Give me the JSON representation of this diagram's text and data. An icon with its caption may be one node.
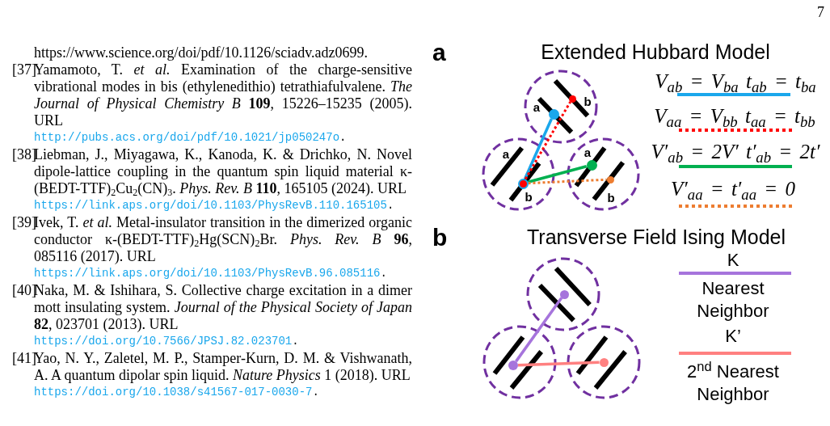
{
  "diagram": {
    "nodes": [
      {
        "text": [],
        "shape": "circle"
      },
      {
        "text": [],
        "shape": "circle",
        "in": 0
      },
      {
        "text": [],
        "shape": "circle",
        "in": 0
      },
      {
        "text": [],
        "shape": "circle"
      },
      {
        "text": [],
        "shape": "circle",
        "in": 3
      },
      {
        "text": [],
        "shape": "circle"
      },
      {
        "text": [],
        "shape": "circle",
        "in": 5
      },
      {
        "text": [],
        "shape": "circle",
        "in": 5
      },
      {
        "text": [],
        "shape": "circle"
      },
      {
        "text": [],
        "shape": "circle",
        "in": 8
      },
      {
        "text": [],
        "shape": "circle"
      },
      {
        "text": [],
        "shape": "circle",
        "in": 10
      },
      {
        "text": [],
        "shape": "circle"
      },
      {
        "text": [],
        "shape": "circle",
        "in": 12
      }
    ],
    "edges": [
      {
        "from": 4,
        "to": 1,
        "arrow": "none",
        "color": "#1aa7ec"
      },
      {
        "from": 4,
        "to": 2,
        "arrow": "none",
        "style": "dashed",
        "color": "#ff0000"
      },
      {
        "from": 4,
        "to": 6,
        "arrow": "none",
        "color": "#00b050"
      },
      {
        "from": 4,
        "to": 7,
        "arrow": "none",
        "style": "dashed",
        "color": "#ed7d31"
      },
      {
        "from": 11,
        "to": 9,
        "arrow": "none",
        "color": "#a674dc"
      },
      {
        "from": 11,
        "to": 13,
        "arrow": "none",
        "color": "#ff8080"
      }
    ],
    "labels": [
      "7",
      "https://www.science.org/doi/pdf/10.1126/sciadv.adz0699.",
      "[37]",
      "Yamamoto, T. *et al.* Examination of the charge-sensitive vibrational modes in bis (ethylenedithio) tetrathiafulvalene. *The Journal of Physical Chemistry B* **109**, 15226–15235 (2005). URL",
      "http://pubs.acs.org/doi/pdf/10.1021/jp050247o.",
      "[38]",
      "Liebman, J., Miyagawa, K., Kanoda, K. & Drichko, N. Novel dipole-lattice coupling in the quantum spin liquid material κ-(BEDT-TTF)$_{2}$Cu$_{2}$(CN)$_{3}$. *Phys. Rev. B* **110**, 165105 (2024). URL",
      "https://link.aps.org/doi/10.1103/PhysRevB.110.165105.",
      "[39]",
      "Ivek, T. *et al.* Metal-insulator transition in the dimerized organic conductor κ-(BEDT-TTF)$_{2}$Hg(SCN)$_{2}$Br. *Phys. Rev. B* **96**, 085116 (2017). URL",
      "https://link.aps.org/doi/10.1103/PhysRevB.96.085116.",
      "[40]",
      "Naka, M. & Ishihara, S. Collective charge excitation in a dimer mott insulating system. *Journal of the Physical Society of Japan* **82**, 023701 (2013). URL",
      "https://doi.org/10.7566/JPSJ.82.023701.",
      "[41]",
      "Yao, N. Y., Zaletel, M. P., Stamper-Kurn, D. M. & Vishwanath, A. A quantum dipolar spin liquid. *Nature Physics* 1 (2018). URL",
      "https://doi.org/10.1038/s41567-017-0030-7.",
      "a",
      "Extended Hubbard Model",
      "a",
      "b",
      "a",
      "b",
      "a",
      "b",
      "b",
      "Transverse Field Ising Model",
      "Nearest Neighbor",
      "2$^{nd}$ Nearest Neighbor"
    ],
    "legend": [
      {
        "text": "V$_{ab}$ = V$_{ba}$ t$_{ab}$ = t$_{ba}$"
      },
      {
        "text": "V$_{aa}$ = V$_{bb}$ t$_{aa}$ = t$_{bb}$"
      },
      {
        "text": "V′$_{ab}$ = 2V′ t′$_{ab}$ = 2t′"
      },
      {
        "text": "V′$_{aa}$ = t′$_{aa}$ = 0"
      },
      {
        "text": "K"
      },
      {
        "text": "K’"
      }
    ]
  }
}
